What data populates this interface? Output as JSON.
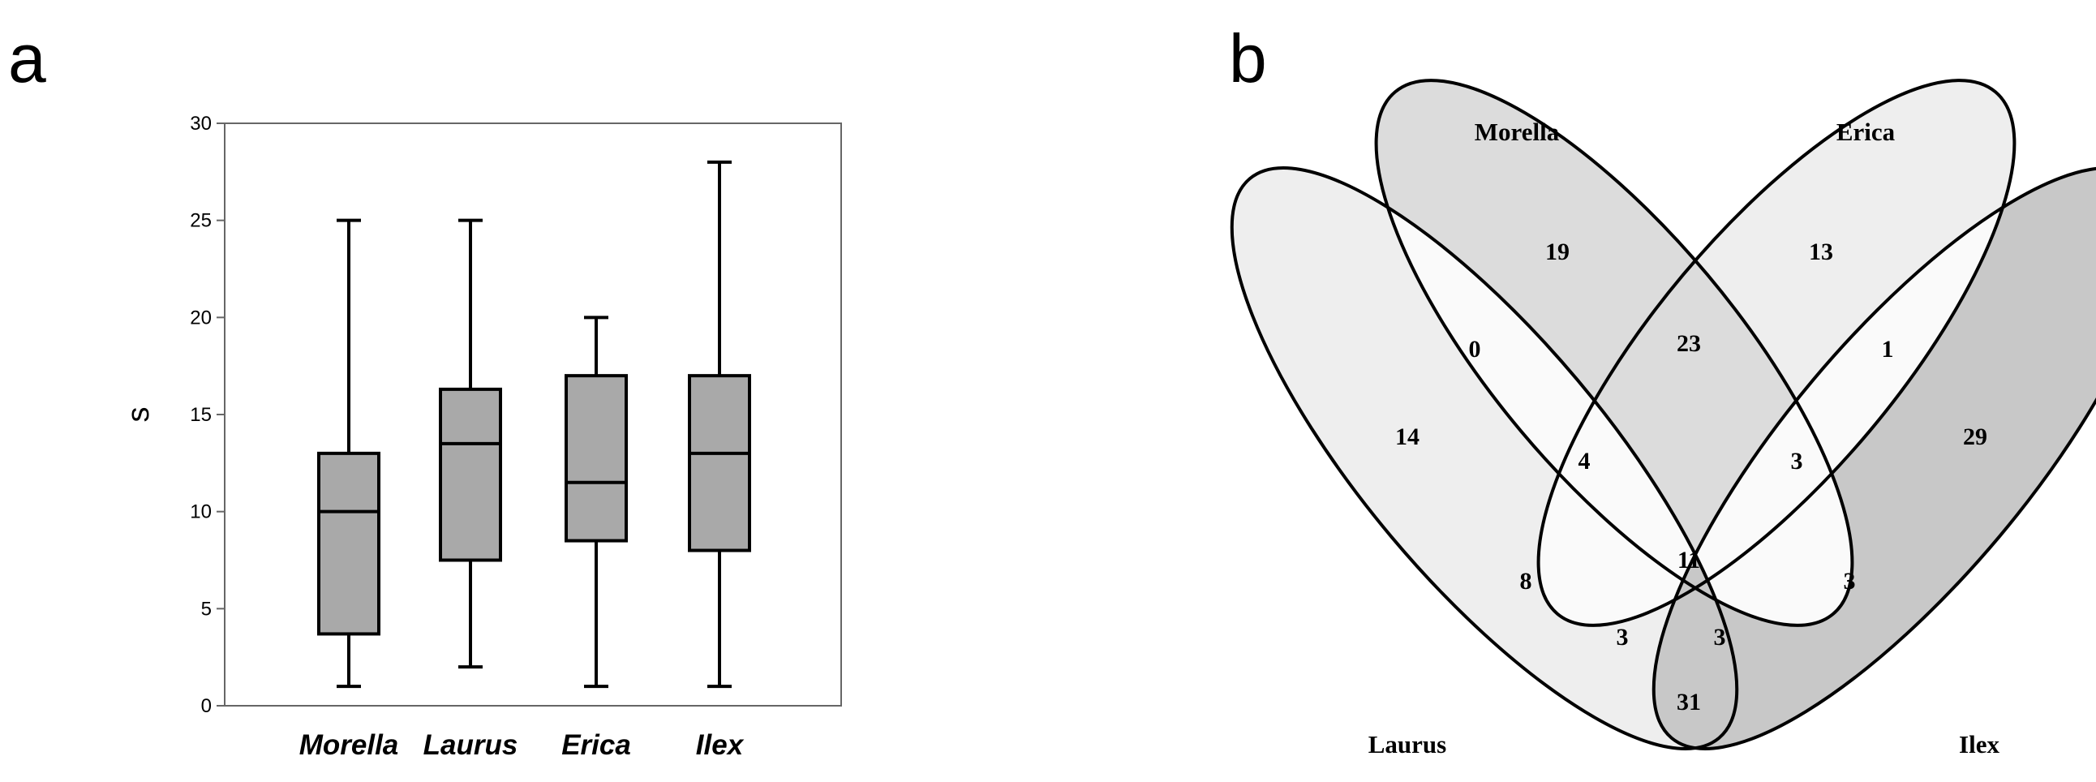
{
  "panel_labels": {
    "a": "a",
    "b": "b"
  },
  "chart_data": [
    {
      "type": "boxplot",
      "ylabel": "s",
      "ylim": [
        0,
        30
      ],
      "yticks": [
        0,
        5,
        10,
        15,
        20,
        25,
        30
      ],
      "categories": [
        "Morella",
        "Laurus",
        "Erica",
        "Ilex"
      ],
      "boxes": [
        {
          "min": 1,
          "q1": 3.7,
          "median": 10,
          "q3": 13,
          "max": 25
        },
        {
          "min": 2,
          "q1": 7.5,
          "median": 13.5,
          "q3": 16.3,
          "max": 25
        },
        {
          "min": 1,
          "q1": 8.5,
          "median": 11.5,
          "q3": 17,
          "max": 20
        },
        {
          "min": 1,
          "q1": 8,
          "median": 13,
          "q3": 17,
          "max": 28
        }
      ],
      "box_color": "#a9a9a9",
      "grid": false
    },
    {
      "type": "venn",
      "sets": [
        "Morella",
        "Erica",
        "Laurus",
        "Ilex"
      ],
      "regions": [
        {
          "sets": [
            "Morella"
          ],
          "value": "19"
        },
        {
          "sets": [
            "Erica"
          ],
          "value": "13"
        },
        {
          "sets": [
            "Laurus"
          ],
          "value": "14"
        },
        {
          "sets": [
            "Ilex"
          ],
          "value": "29"
        },
        {
          "sets": [
            "Morella",
            "Laurus"
          ],
          "value": "0"
        },
        {
          "sets": [
            "Morella",
            "Erica"
          ],
          "value": "23"
        },
        {
          "sets": [
            "Erica",
            "Ilex"
          ],
          "value": "1"
        },
        {
          "sets": [
            "Laurus",
            "Erica"
          ],
          "value": "4"
        },
        {
          "sets": [
            "Morella",
            "Ilex"
          ],
          "value": "3"
        },
        {
          "sets": [
            "Laurus",
            "Ilex"
          ],
          "value": "31"
        },
        {
          "sets": [
            "Laurus",
            "Erica",
            "Ilex"
          ],
          "value": "3"
        },
        {
          "sets": [
            "Morella",
            "Erica",
            "Ilex"
          ],
          "value": "3"
        },
        {
          "sets": [
            "Morella",
            "Laurus",
            "Erica",
            "Ilex"
          ],
          "value": "11"
        },
        {
          "sets": [
            "Laurus",
            "Erica",
            "Ilex"
          ],
          "value": "8"
        },
        {
          "sets": [
            "Morella",
            "Laurus",
            "Ilex"
          ],
          "value": "3"
        }
      ],
      "shade_colors": {
        "light": "#eeeeee",
        "mid": "#dcdcdc",
        "dark": "#c8c8c8",
        "white": "#fafafa"
      }
    }
  ]
}
